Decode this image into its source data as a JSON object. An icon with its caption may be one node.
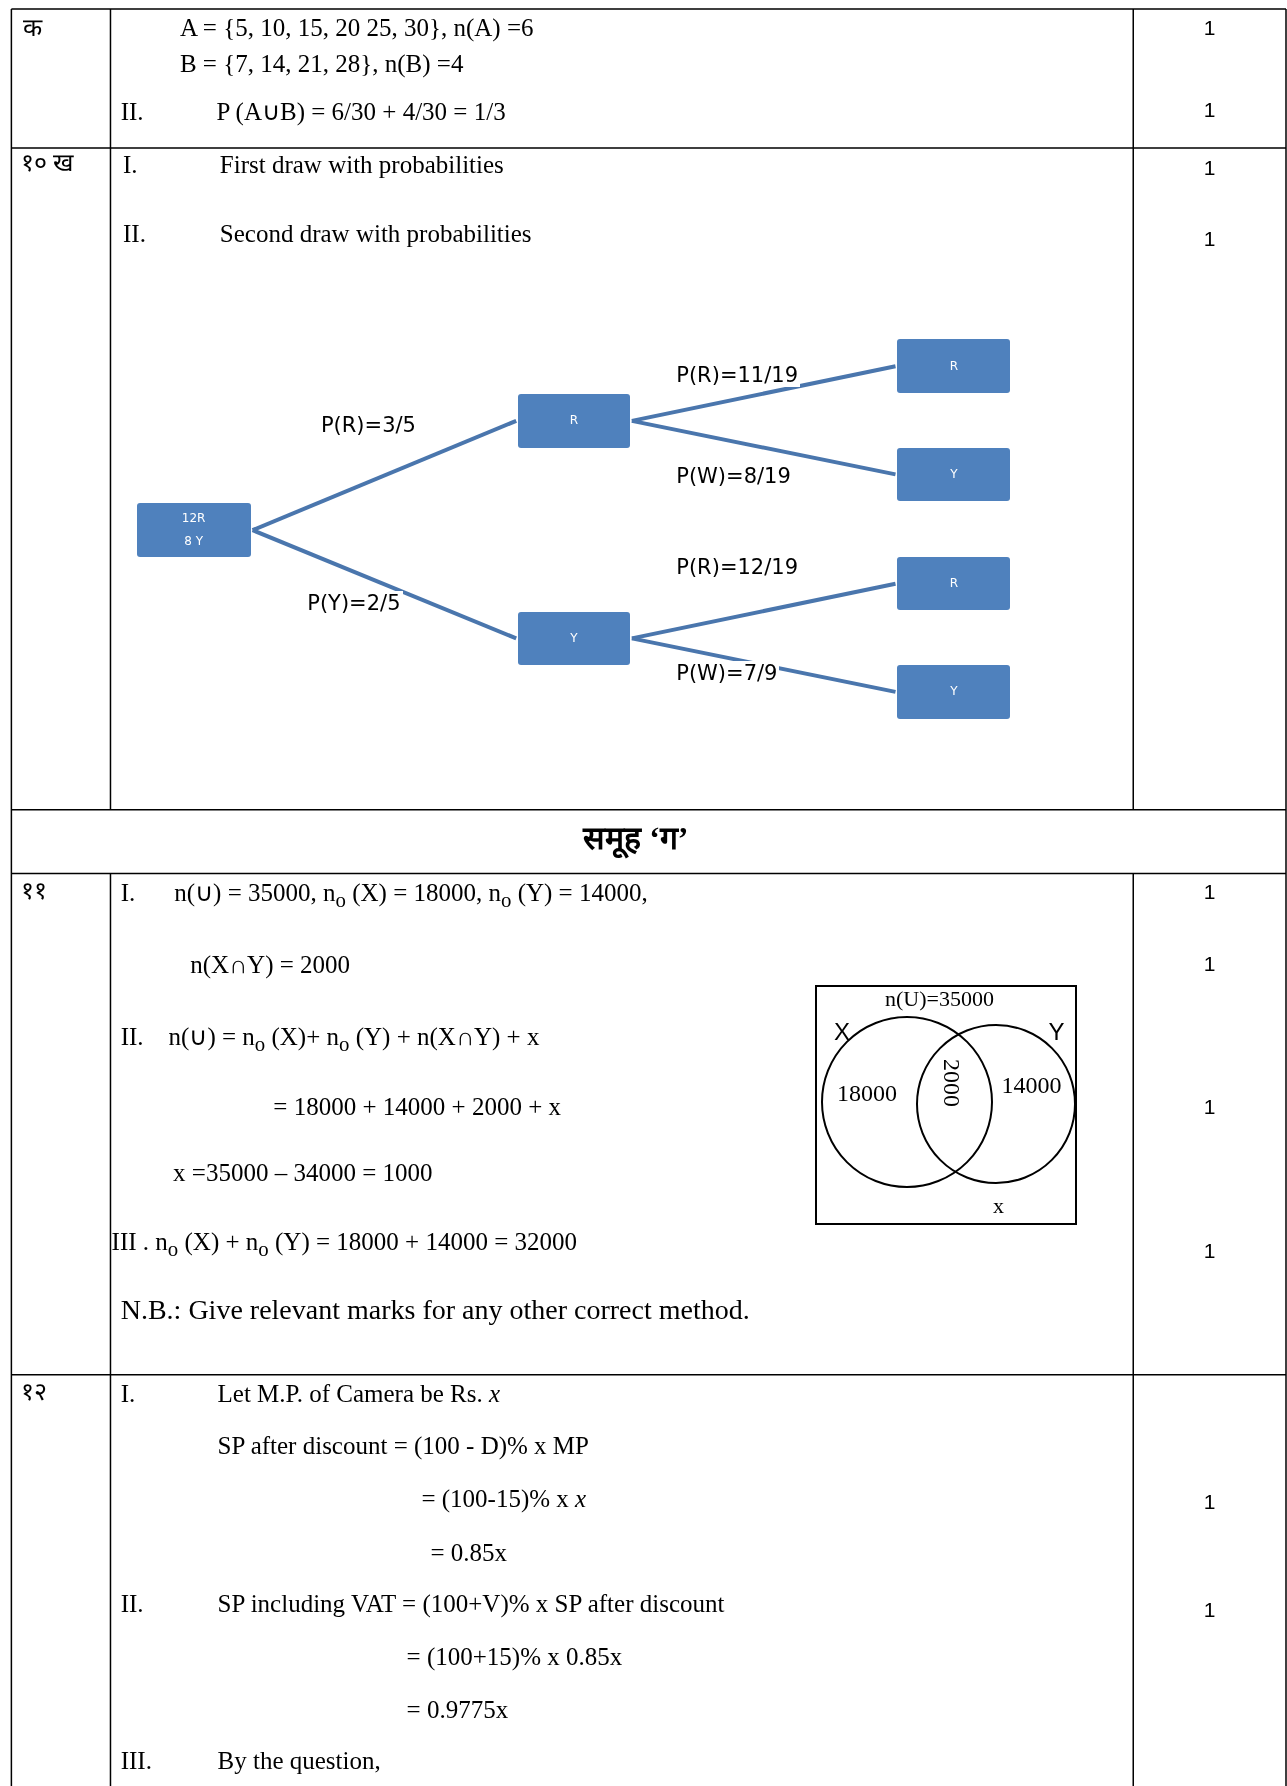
{
  "diagram": {
    "nodes": [
      {
        "text": [
          "12R",
          "8 Y"
        ]
      },
      {
        "text": [
          "R"
        ]
      },
      {
        "text": [
          "Y"
        ]
      },
      {
        "text": [
          "R"
        ]
      },
      {
        "text": [
          "Y"
        ]
      },
      {
        "text": [
          "R"
        ]
      },
      {
        "text": [
          "Y"
        ]
      },
      {
        "text": [
          "n(U)=35000",
          "x"
        ]
      },
      {
        "text": [
          "X",
          "18000"
        ],
        "in": 7
      },
      {
        "text": [
          "Y",
          "14000"
        ],
        "in": 7
      }
    ],
    "edges": [
      {
        "from": 0,
        "to": 1,
        "arrow": "none",
        "label": "P(R)=3/5"
      },
      {
        "from": 0,
        "to": 2,
        "arrow": "none",
        "label": "P(Y)=2/5"
      },
      {
        "from": 1,
        "to": 3,
        "arrow": "none",
        "label": "P(R)=11/19"
      },
      {
        "from": 1,
        "to": 4,
        "arrow": "none",
        "label": "P(W)=8/19"
      },
      {
        "from": 2,
        "to": 5,
        "arrow": "none",
        "label": "P(R)=12/19"
      },
      {
        "from": 2,
        "to": 6,
        "arrow": "none",
        "label": "P(W)=7/9"
      }
    ],
    "labels": [
      "क",
      "A = {5, 10, 15, 20 25, 30}, n(A) =6",
      "1",
      "B = {7, 14, 21, 28}, n(B) =4",
      "II.",
      "P (A∪B) = 6/30 + 4/30 = 1/3",
      "1",
      "१० ख",
      "I.",
      "First draw with probabilities",
      "1",
      "II.",
      "Second draw with probabilities",
      "1",
      "समूह ‘ग’",
      "११",
      "I.",
      "n(∪) = 35000,  n$_{o}$ (X) = 18000, n$_{o}$ (Y) = 14000,",
      "1",
      "n(X∩Y) = 2000",
      "1",
      "II.",
      "n(∪) = n$_{o}$ (X)+ n$_{o}$ (Y) +  n(X∩Y) + x",
      "= 18000 + 14000 + 2000 + x",
      "2000",
      "1",
      "x  =35000 – 34000 = 1000",
      "III . n$_{o}$ (X) + n$_{o}$ (Y) = 18000 + 14000 = 32000",
      "1",
      "N.B.: Give relevant marks for any other correct method.",
      "१२",
      "I.",
      "Let M.P. of Camera be Rs. *x*",
      "SP after discount = (100 - D)% x MP",
      "= (100-15)% x *x*",
      "1",
      "= 0.85x",
      "II.",
      "SP including VAT = (100+V)% x SP after discount",
      "1",
      "= (100+15)% x 0.85x",
      "= 0.9775x",
      "III.",
      "By the question,"
    ]
  }
}
